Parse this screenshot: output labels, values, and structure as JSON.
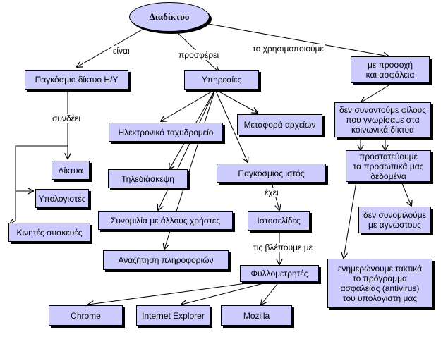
{
  "root": {
    "label": "Διαδίκτυο"
  },
  "nodes": {
    "global_network": "Παγκόσμιο δίκτυο Η/Υ",
    "services": "Υπηρεσίες",
    "caution": "με προσοχή\nκαι ασφάλεια",
    "networks": "Δίκτυα",
    "computers": "Υπολογιστές",
    "mobile": "Κινητές συσκευές",
    "email": "Ηλεκτρονικό ταχυδρομείο",
    "file_transfer": "Μεταφορά αρχείων",
    "videoconf": "Τηλεδιάσκεψη",
    "www": "Παγκόσμιος ιστός",
    "chat": "Συνομιλία με άλλους χρήστες",
    "web_pages": "Ιστοσελίδες",
    "info_search": "Αναζήτηση πληροφοριών",
    "browsers": "Φυλλομετρητές",
    "chrome": "Chrome",
    "ie": "Internet Explorer",
    "mozilla": "Mozilla",
    "meet_friends": "δεν συναντούμε φίλους\nπου γνωρίσαμε στα\nκοινωνικά δίκτυα",
    "protect_data": "προστατεύουμε\nτα προσωπικά μας\nδεδομένα",
    "no_strangers": "δεν συνομιλούμε\nμε αγνώστους",
    "update_antivirus": "ενημερώνουμε τακτικά\nτο πρόγραμμα\nασφαλείας (antivirus)\nτου υπολογιστή μας"
  },
  "link_labels": {
    "is": "είναι",
    "offers": "προσφέρει",
    "we_use_it": "το χρησιμοποιούμε",
    "connects": "συνδέει",
    "has": "έχει",
    "we_see_them_with": "τις βλέπουμε με"
  }
}
